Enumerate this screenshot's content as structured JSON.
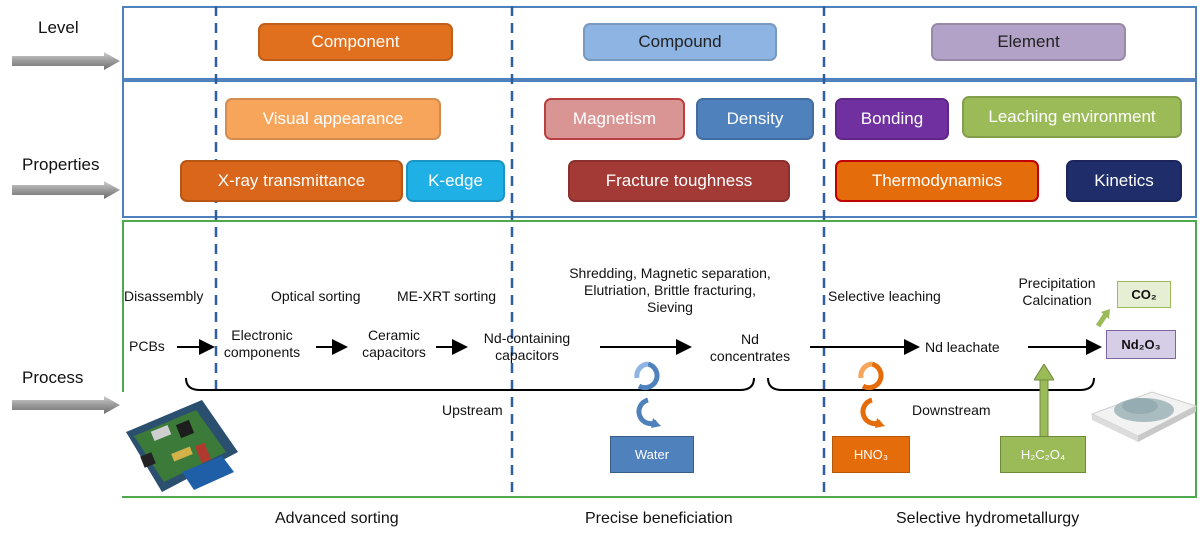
{
  "levels": {
    "row_label": "Level",
    "component": "Component",
    "compound": "Compound",
    "element": "Element"
  },
  "properties": {
    "row_label": "Properties",
    "visual_appearance": "Visual appearance",
    "xray_transmittance": "X-ray transmittance",
    "k_edge": "K-edge",
    "magnetism": "Magnetism",
    "density": "Density",
    "fracture_toughness": "Fracture toughness",
    "bonding": "Bonding",
    "leaching_environment": "Leaching environment",
    "thermodynamics": "Thermodynamics",
    "kinetics": "Kinetics"
  },
  "process": {
    "row_label": "Process",
    "disassembly": "Disassembly",
    "optical_sorting": "Optical sorting",
    "me_xrt_sorting": "ME-XRT sorting",
    "shredding_lines": [
      "Shredding, Magnetic separation,",
      "Elutriation, Brittle fracturing,",
      "Sieving"
    ],
    "selective_leaching": "Selective leaching",
    "precipitation": "Precipitation",
    "calcination": "Calcination",
    "pcbs": "PCBs",
    "electronic_components": [
      "Electronic",
      "components"
    ],
    "ceramic_capacitors": [
      "Ceramic",
      "capacitors"
    ],
    "nd_capacitors": [
      "Nd-containing",
      "capacitors"
    ],
    "nd_concentrates": [
      "Nd",
      "concentrates"
    ],
    "nd_leachate": "Nd leachate",
    "co2": "CO₂",
    "nd2o3": "Nd₂O₃",
    "upstream": "Upstream",
    "downstream": "Downstream",
    "water": "Water",
    "hno3": "HNO₃",
    "h2c2o4": "H₂C₂O₄"
  },
  "stages": {
    "advanced_sorting": "Advanced sorting",
    "precise_beneficiation": "Precise beneficiation",
    "selective_hydrometallurgy": "Selective hydrometallurgy"
  },
  "colors": {
    "component": "#e1701e",
    "compound": "#8db4e2",
    "element": "#b3a2c7",
    "visual_appearance": "#f8a55c",
    "xray": "#d9661a",
    "k_edge": "#1fb0e6",
    "magnetism": "#d99594",
    "density": "#4f81bd",
    "fracture": "#a33a36",
    "bonding": "#7030a0",
    "leaching_env": "#9bbb59",
    "thermo": "#e46c0a",
    "kinetics": "#1f2d6b",
    "panel_blue": "#4f81bd",
    "panel_green": "#4ea84e"
  }
}
